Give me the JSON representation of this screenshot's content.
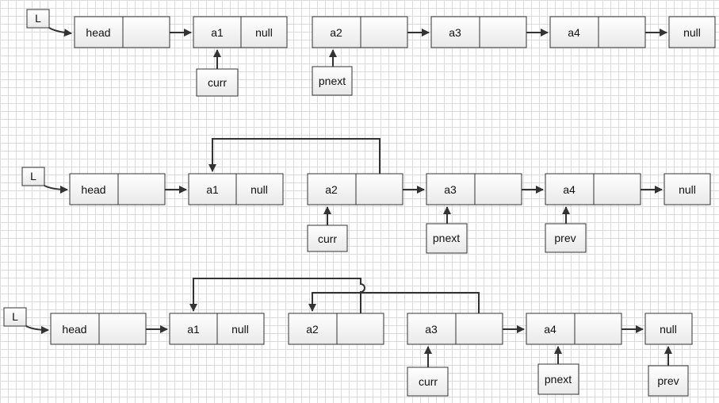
{
  "rows": [
    {
      "list_label": "L",
      "nodes": [
        "head",
        "a1",
        "a2",
        "a3",
        "a4"
      ],
      "terminal": "null",
      "pointers": [
        "curr",
        "pnext"
      ]
    },
    {
      "list_label": "L",
      "nodes": [
        "head",
        "a1",
        "a2",
        "a3",
        "a4"
      ],
      "terminal": "null",
      "pointers": [
        "curr",
        "pnext",
        "prev"
      ]
    },
    {
      "list_label": "L",
      "nodes": [
        "head",
        "a1",
        "a2",
        "a3",
        "a4"
      ],
      "terminal": "null",
      "pointers": [
        "curr",
        "pnext",
        "prev"
      ]
    }
  ]
}
